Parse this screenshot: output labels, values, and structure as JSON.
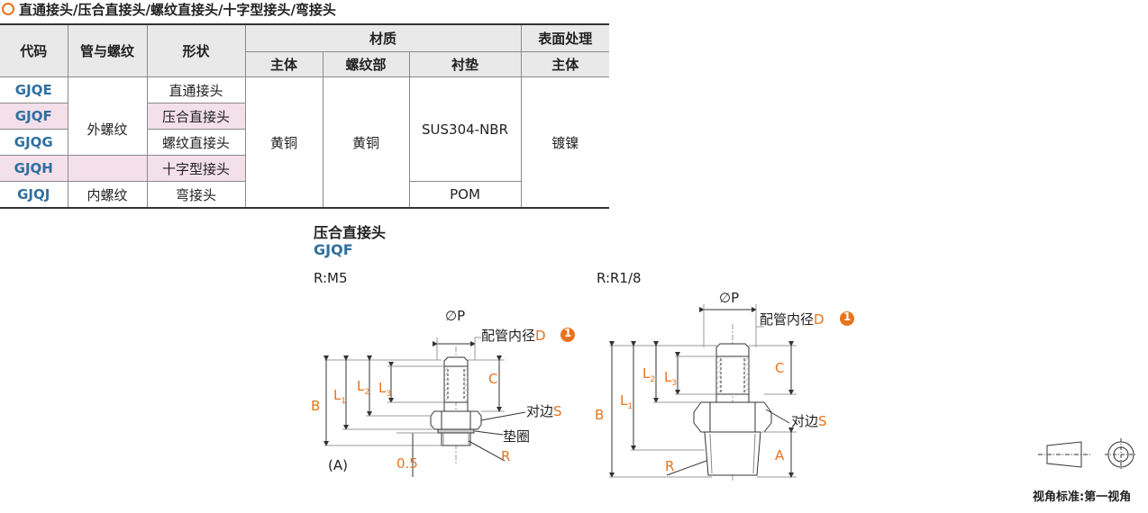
{
  "title": "直通接头/压合直接头/螺纹直接头/十字型接头/弯接头",
  "table": {
    "headers": {
      "code": "代码",
      "pipe_thread": "管与螺纹",
      "shape": "形状",
      "material": "材质",
      "surface": "表面处理",
      "body": "主体",
      "thread_part": "螺纹部",
      "gasket": "衬垫",
      "surface_body": "主体"
    },
    "rows": [
      {
        "code": "GJQE",
        "shape": "直通接头"
      },
      {
        "code": "GJQF",
        "shape": "压合直接头"
      },
      {
        "code": "GJQG",
        "shape": "螺纹直接头"
      },
      {
        "code": "GJQH",
        "shape": "十字型接头"
      },
      {
        "code": "GJQJ",
        "shape": "弯接头"
      }
    ],
    "pipe_outer": "外螺纹",
    "pipe_inner": "内螺纹",
    "body_material": "黄铜",
    "thread_material": "黄铜",
    "gasket_main": "SUS304-NBR",
    "gasket_pom": "POM",
    "surface_treatment": "镀镍"
  },
  "drawing": {
    "title": "压合直接头",
    "code": "GJQF",
    "left_label": "R:M5",
    "right_label": "R:R1/8",
    "phi_p": "∅P",
    "pipe_id": "配管内径",
    "pipe_id_var": "D",
    "note_num": "1",
    "across_flats": "对边",
    "across_flats_var": "S",
    "gasket": "垫圈",
    "r": "R",
    "b": "B",
    "l1": "L",
    "l2": "L",
    "l3": "L",
    "c": "C",
    "a_paren": "(A)",
    "half": "0.5",
    "a": "A"
  },
  "view_standard": "视角标准:第一视角",
  "colors": {
    "accent": "#e8731f",
    "code_blue": "#2f6f9f",
    "header_bg": "#e9e9e9",
    "pink": "#f3e0ea"
  }
}
